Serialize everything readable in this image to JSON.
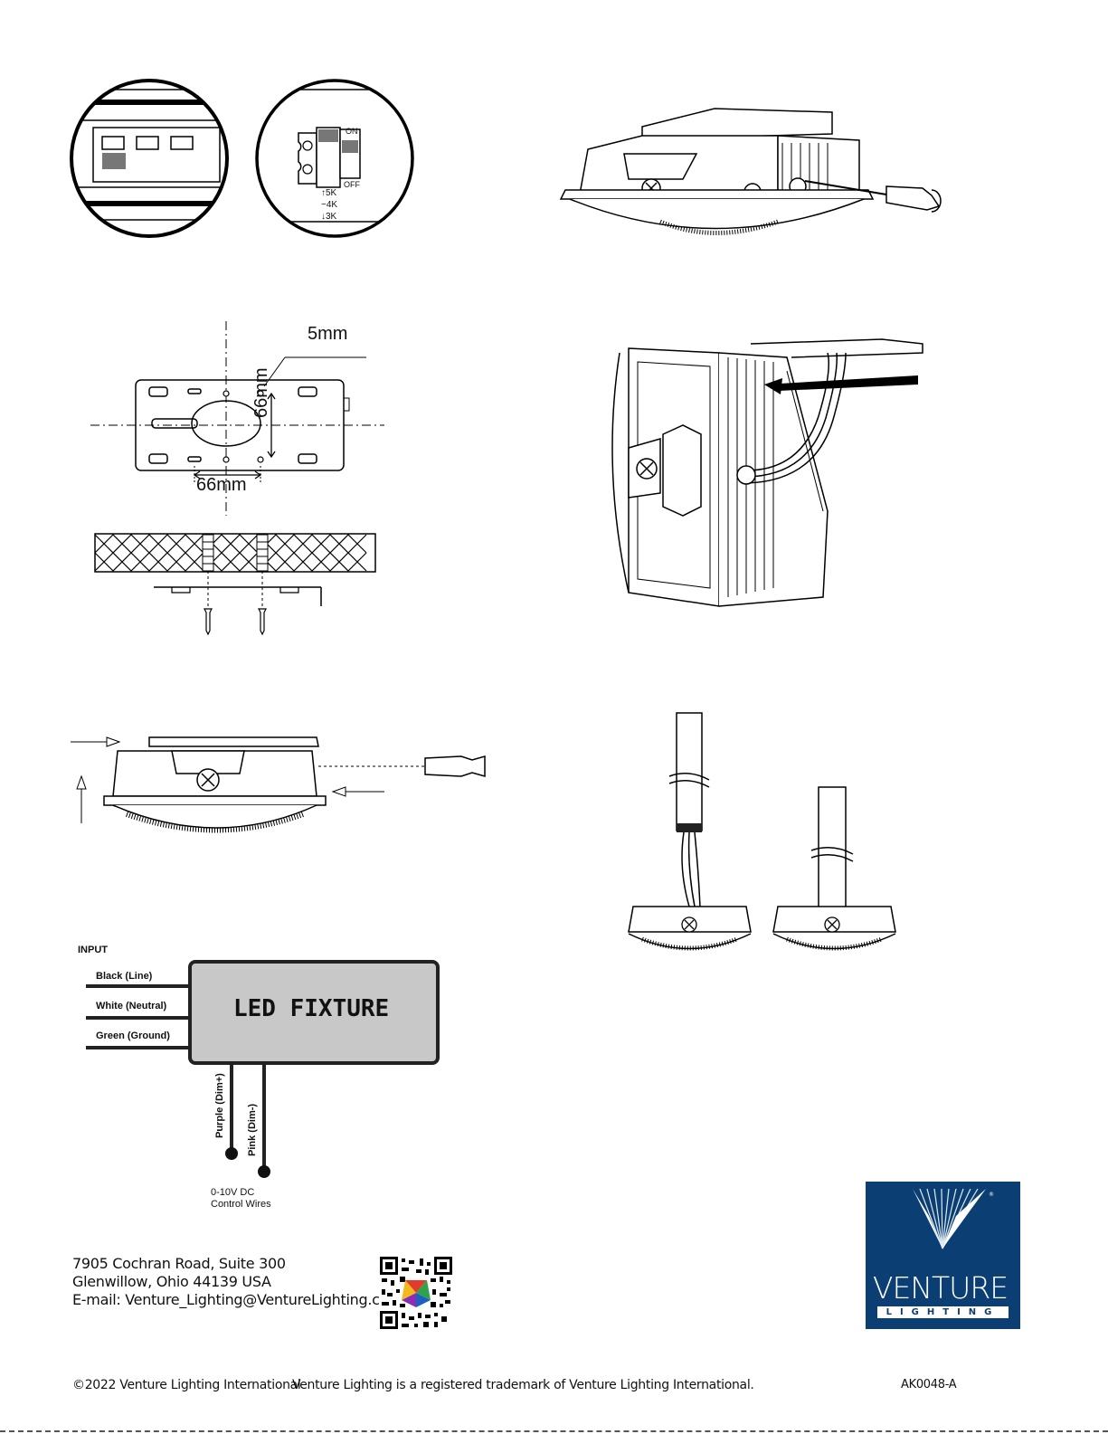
{
  "switch_diagram": {
    "on": "ON",
    "off": "OFF",
    "cct_5k": "↑5K",
    "cct_4k": "−4K",
    "cct_3k": "↓3K"
  },
  "mounting_plate": {
    "hole_label": "5mm",
    "vertical_spacing": "66mm",
    "horizontal_spacing": "66mm"
  },
  "wiring": {
    "input_heading": "INPUT",
    "wire_black": "Black (Line)",
    "wire_white": "White (Neutral)",
    "wire_green": "Green (Ground)",
    "fixture_label": "LED FIXTURE",
    "wire_purple": "Purple (Dim+)",
    "wire_pink": "Pink (Dim-)",
    "control_line1": "0-10V DC",
    "control_line2": "Control Wires"
  },
  "address": {
    "line1": "7905 Cochran Road, Suite 300",
    "line2": "Glenwillow, Ohio 44139 USA",
    "line3": "E-mail: Venture_Lighting@VentureLighting.com"
  },
  "logo": {
    "word": "VENTURE",
    "sub": "LIGHTING",
    "bg_color": "#0b3f73"
  },
  "footer": {
    "copyright": "©2022 Venture Lighting International",
    "trademark": "Venture Lighting is a registered trademark of Venture Lighting International.",
    "doc_code": "AK0048-A"
  }
}
